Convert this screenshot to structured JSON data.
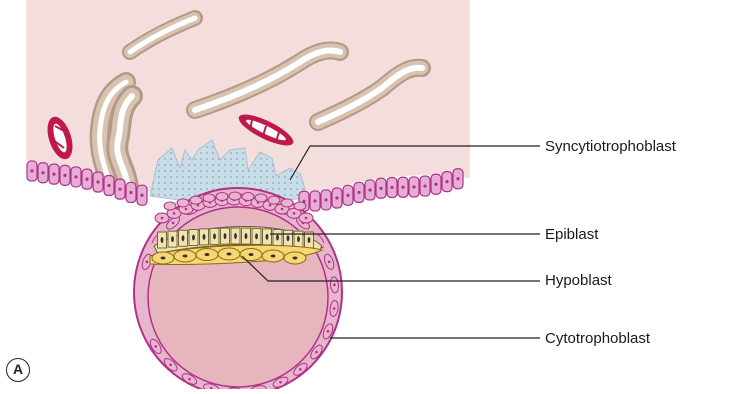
{
  "labels": {
    "syncytiotrophoblast": "Syncytiotrophoblast",
    "epiblast": "Epiblast",
    "hypoblast": "Hypoblast",
    "cytotrophoblast": "Cytotrophoblast"
  },
  "panel_letter": "A",
  "colors": {
    "endometrium": "#f3dedd",
    "gland_wall": "#c8ab96",
    "epithelium": "#e6aed4",
    "epithelium_outline": "#b0308a",
    "syncytio": "#c9dde8",
    "cytotrophoblast": "#e8b6cc",
    "cavity": "#e6b5bd",
    "epiblast": "#f0e3b2",
    "hypoblast": "#f5d773",
    "vessel": "#c0184a",
    "leader": "#222222"
  }
}
